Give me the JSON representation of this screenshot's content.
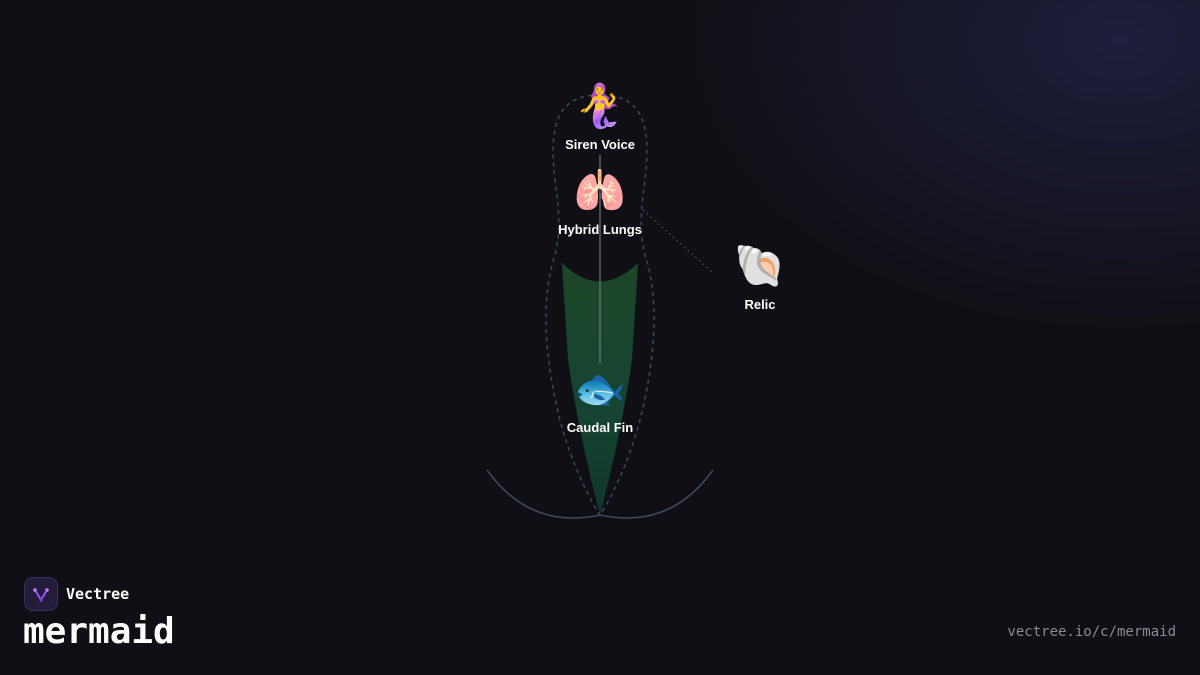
{
  "brand": {
    "name": "Vectree",
    "logo_icon": "vectree-logo-icon"
  },
  "page": {
    "title": "mermaid",
    "url": "vectree.io/c/mermaid"
  },
  "nodes": [
    {
      "id": "siren-voice",
      "label": "Siren Voice",
      "emoji": "🧜‍♀️",
      "icon": "mermaid-icon"
    },
    {
      "id": "hybrid-lungs",
      "label": "Hybrid Lungs",
      "emoji": "🫁",
      "icon": "lungs-icon"
    },
    {
      "id": "caudal-fin",
      "label": "Caudal Fin",
      "emoji": "🐟",
      "icon": "fish-icon"
    },
    {
      "id": "relic",
      "label": "Relic",
      "emoji": "🐚",
      "icon": "spiral-shell-icon"
    }
  ],
  "colors": {
    "background": "#100f15",
    "accent_glow": "#282c5c",
    "tail_fill": "#1f5a36",
    "outline": "#3b4a5c",
    "connector": "#6f7680",
    "brand_accent": "#9b4dff"
  }
}
